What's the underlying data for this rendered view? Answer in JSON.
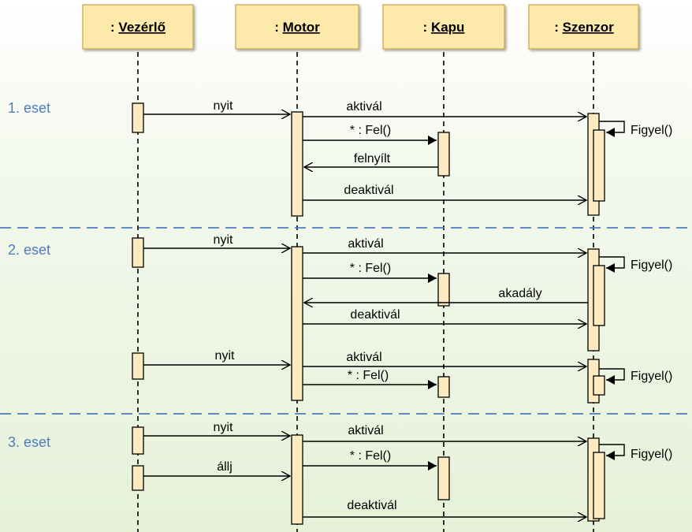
{
  "participants": [
    {
      "id": "vezerlo",
      "prefix": ": ",
      "name": "Vezérlő"
    },
    {
      "id": "motor",
      "prefix": ": ",
      "name": "Motor"
    },
    {
      "id": "kapu",
      "prefix": ": ",
      "name": "Kapu"
    },
    {
      "id": "szenzor",
      "prefix": ": ",
      "name": "Szenzor"
    }
  ],
  "cases": [
    {
      "label": "1. eset"
    },
    {
      "label": "2. eset"
    },
    {
      "label": "3. eset"
    }
  ],
  "messages": {
    "nyit": "nyit",
    "aktival": "aktivál",
    "fel": "* : Fel()",
    "felnyilt": "felnyílt",
    "deaktival": "deaktivál",
    "akadaly": "akadály",
    "allj": "állj",
    "figyel": "Figyel()"
  },
  "colors": {
    "box_fill": "#fde9a9",
    "box_stroke": "#c9a14a",
    "activation_fill": "#fdeac0",
    "case_label": "#4f7cc0",
    "separator": "#4f7cc0",
    "line": "#000000"
  }
}
